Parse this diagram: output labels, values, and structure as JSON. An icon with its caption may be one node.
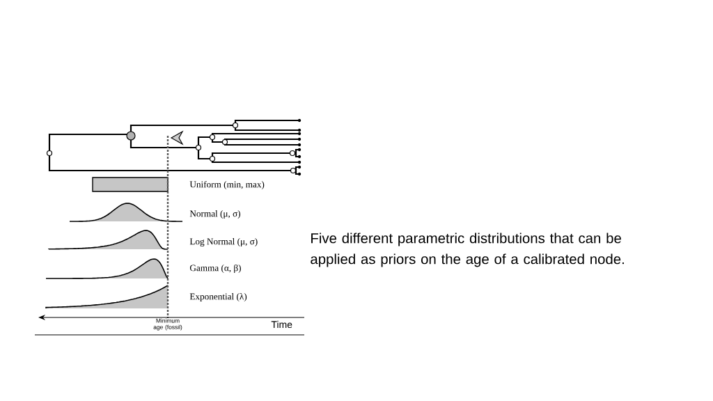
{
  "diagram": {
    "caption": "Five different parametric distributions that can be applied as priors on the age of a calibrated node.",
    "labels": [
      "Uniform (min, max)",
      "Normal (μ, σ)",
      "Log Normal (μ, σ)",
      "Gamma (α, β)",
      "Exponential (λ)",
      "Minimum age (fossil)",
      "Time"
    ]
  }
}
